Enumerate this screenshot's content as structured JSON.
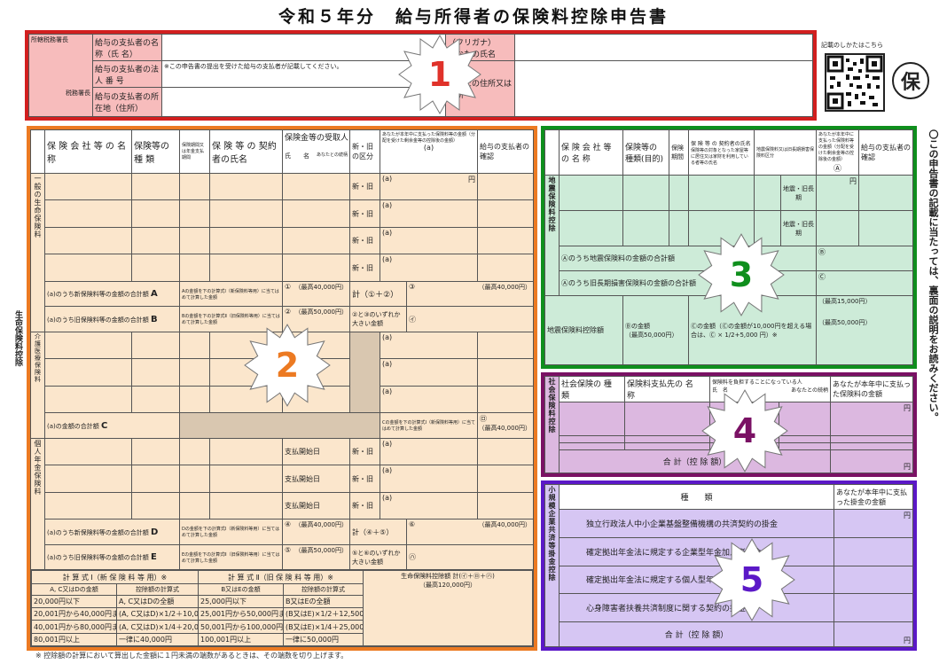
{
  "title": "令和５年分　給与所得者の保険料控除申告書",
  "top_right": {
    "qr_caption": "記載のしかたはこちら",
    "stamp": "保"
  },
  "vertical_note": "〇この申告書の記載に当たっては、裏面の説明をお読みください。",
  "badges": [
    "1",
    "2",
    "3",
    "4",
    "5"
  ],
  "section1": {
    "office": "所轄税務署長",
    "office_sub": "税務署長",
    "payer_name": "給与の支払者の名 称（氏 名）",
    "payer_number": "給与の支払者の法 人 番 号",
    "payer_number_note": "※この申告書の提出を受けた給与の支払者が記載してください。",
    "payer_address": "給与の支払者の所在地（住所）",
    "furigana": "（フリガナ）",
    "your_name": "あなたの氏名",
    "your_address": "あなたの住所又は居所"
  },
  "section2": {
    "side_label": "生命保険料控除",
    "headers": [
      "保 険 会 社 等 の 名 称",
      "保険等の 種 類",
      "保険期間又は年金支払期間",
      "保 険 等 の 契約者の氏名",
      "保険金等の受取人",
      "新・旧の区分",
      "あなたが本年中に支払った保険料等の金額（分配を受けた剰余金等の控除後の金額）",
      "給与の支払者の確認"
    ],
    "sub_headers": [
      "氏　　名",
      "あなたとの続柄",
      "(a)"
    ],
    "general_label": "一般の生命保険料",
    "care_label": "介護医療保険料",
    "pension_label": "個人年金保険料",
    "shin_kyu": "新・旧",
    "a_label": "(a)",
    "yen": "円",
    "rowA": "(a)のうち新保険料等の金額の合計額",
    "rowB": "(a)のうち旧保険料等の金額の合計額",
    "rowC": "(a)の金額の合計額",
    "rowD": "(a)のうち新保険料等の金額の合計額",
    "rowE": "(a)のうち旧保険料等の金額の合計額",
    "calc_A": "Aの金額を下の計算式Ⅰ（新保険料等用）に当てはめて計算した金額",
    "calc_B": "Bの金額を下の計算式Ⅱ（旧保険料等用）に当てはめて計算した金額",
    "calc_C": "Cの金額を下の計算式Ⅰ（新保険料等用）に当てはめて計算した金額",
    "calc_D": "Dの金額を下の計算式Ⅰ（新保険料等用）に当てはめて計算した金額",
    "calc_E": "Eの金額を下の計算式Ⅱ（旧保険料等用）に当てはめて計算した金額",
    "max40k": "（最高40,000円）",
    "max50k": "（最高50,000円）",
    "sum12": "計（①＋②）",
    "max_or": "②と③のいずれか大きい金額",
    "sum45": "計（④＋⑤）",
    "max_or2": "⑤と⑥のいずれか大きい金額",
    "nenkin_start": "支払開始日",
    "formula1_title": "計 算 式 Ⅰ（新 保 険 料 等 用）※",
    "formula2_title": "計 算 式 Ⅱ（旧 保 険 料 等 用）※",
    "formula1_headers": [
      "A, C又はDの金額",
      "控除額の計算式"
    ],
    "formula2_headers": [
      "B又はEの金額",
      "控除額の計算式"
    ],
    "formula1_rows": [
      [
        "20,000円以下",
        "A, C又はDの全額"
      ],
      [
        "20,001円から40,000円まで",
        "(A, C又はD)×1/2＋10,000円"
      ],
      [
        "40,001円から80,000円まで",
        "(A, C又はD)×1/4＋20,000円"
      ],
      [
        "80,001円以上",
        "一律に40,000円"
      ]
    ],
    "formula2_rows": [
      [
        "25,000円以下",
        "B又はEの全額"
      ],
      [
        "25,001円から50,000円まで",
        "(B又はE)×1/2＋12,500円"
      ],
      [
        "50,001円から100,000円まで",
        "(B又はE)×1/4＋25,000円"
      ],
      [
        "100,001円以上",
        "一律に50,000円"
      ]
    ],
    "total_label": "生命保険料控除額 計(㋑＋㋺＋㋩)",
    "total_max": "（最高120,000円）",
    "footnote": "※ 控除額の計算において算出した金額に１円未満の端数があるときは、その端数を切り上げます。"
  },
  "section3": {
    "side_label": "地震保険料控除",
    "headers": [
      "保 険 会 社 等 の 名 称",
      "保険等の 種類(目的)",
      "保険期間",
      "保 険 等 の 契約者の氏名",
      "保険等の対象となった家屋等に居住又は家財を利用している者等の氏名",
      "地震保険料又は旧長期損害保険料区分",
      "あなたが本年中に支払った保険料等の金額（分配を受けた剰余金等の控除後の金額）",
      "給与の支払者の確認"
    ],
    "col_a": "Ⓐ",
    "type_options": "地震・旧長期",
    "sum_earthquake": "Ⓐのうち地震保険料の金額の合計額",
    "sum_old_long": "Ⓐのうち旧長期損害保険料の金額の合計額",
    "B_mark": "Ⓑ",
    "C_mark": "Ⓒ",
    "deduction_label": "地震保険料控除額",
    "B_amount": "Ⓑの金額",
    "max50k": "（最高50,000円）",
    "C_note": "Ⓒの金額（Ⓒの金額が10,000円を超える場合は、Ⓒ × 1/2+5,000 円）※",
    "max15k": "（最高15,000円）",
    "max50k_total": "（最高50,000円）"
  },
  "section4": {
    "side_label": "社会保険料控除",
    "headers": [
      "社会保険の 種　類",
      "保険料支払先の 名　称",
      "保険料を負担することになっている人",
      "あなたが本年中に支払った保険料の金額"
    ],
    "sub_headers": [
      "氏　名",
      "あなたとの続柄"
    ],
    "total": "合 計（控 除 額）"
  },
  "section5": {
    "side_label": "小規模企業共済等掛金控除",
    "header_type": "種　　類",
    "header_amount": "あなたが本年中に支払った掛金の金額",
    "rows": [
      "独立行政法人中小企業基盤整備機構の共済契約の掛金",
      "確定拠出年金法に規定する企業型年金加入者掛金",
      "確定拠出年金法に規定する個人型年金加入者掛金",
      "心身障害者扶養共済制度に関する契約の掛金"
    ],
    "total": "合 計（控 除 額）"
  },
  "colors": {
    "red": "#d21f1f",
    "orange": "#ec7a22",
    "green": "#0f8f1d",
    "purple": "#7a1164",
    "violet": "#5b18c7"
  }
}
